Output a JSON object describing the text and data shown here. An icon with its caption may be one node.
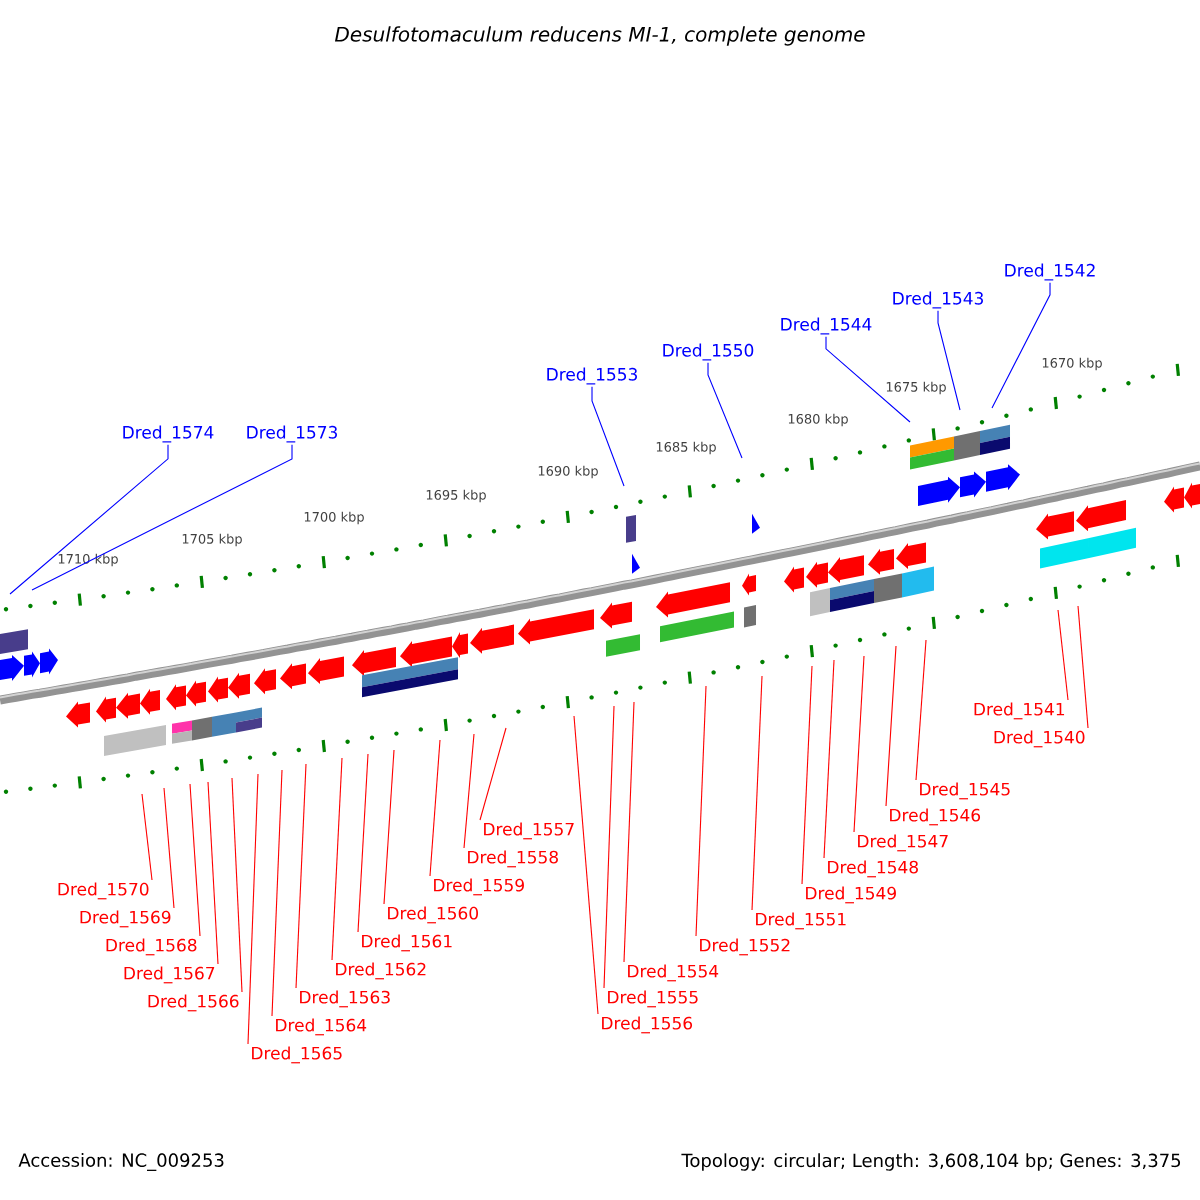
{
  "diagram": {
    "title": "Desulfotomaculum reducens MI-1, complete genome",
    "nodes": [
      {
        "text": [
          "Dred_1574"
        ]
      },
      {
        "text": [
          "Dred_1573"
        ]
      },
      {
        "text": [
          "Dred_1553"
        ]
      },
      {
        "text": [
          "Dred_1550"
        ]
      },
      {
        "text": [
          "Dred_1544"
        ]
      },
      {
        "text": [
          "Dred_1543"
        ]
      },
      {
        "text": [
          "Dred_1542"
        ]
      },
      {
        "text": [
          "Dred_1570"
        ]
      },
      {
        "text": [
          "Dred_1569"
        ]
      },
      {
        "text": [
          "Dred_1564"
        ]
      },
      {
        "text": [
          "Dred_1565"
        ]
      },
      {
        "text": [
          "Dred_1566"
        ]
      },
      {
        "text": [
          "Dred_1568"
        ]
      },
      {
        "text": [
          "Dred_1567"
        ]
      },
      {
        "text": [
          "Dred_1563"
        ]
      },
      {
        "text": [
          "Dred_1562"
        ]
      },
      {
        "text": [
          "Dred_1561"
        ]
      },
      {
        "text": [
          "Dred_1560"
        ]
      },
      {
        "text": [
          "Dred_1559"
        ]
      },
      {
        "text": [
          "Dred_1558"
        ]
      },
      {
        "text": [
          "Dred_1557"
        ]
      },
      {
        "text": [
          "Dred_1556"
        ]
      },
      {
        "text": [
          "Dred_1555"
        ]
      },
      {
        "text": [
          "Dred_1554"
        ]
      },
      {
        "text": [
          "Dred_1552"
        ]
      },
      {
        "text": [
          "Dred_1551"
        ]
      },
      {
        "text": [
          "Dred_1549"
        ]
      },
      {
        "text": [
          "Dred_1548"
        ]
      },
      {
        "text": [
          "Dred_1547"
        ]
      },
      {
        "text": [
          "Dred_1546"
        ]
      },
      {
        "text": [
          "Dred_1545"
        ]
      },
      {
        "text": [
          "Dred_1541"
        ]
      },
      {
        "text": [
          "Dred_1540"
        ]
      }
    ],
    "edges": [
      {
        "from": 0,
        "to": null,
        "arrow": "none",
        "color": "#0000ff"
      },
      {
        "from": 1,
        "to": null,
        "arrow": "none",
        "color": "#0000ff"
      },
      {
        "from": 2,
        "to": null,
        "arrow": "none",
        "color": "#0000ff"
      },
      {
        "from": 3,
        "to": null,
        "arrow": "none",
        "color": "#0000ff"
      },
      {
        "from": 4,
        "to": null,
        "arrow": "none",
        "color": "#0000ff"
      },
      {
        "from": 5,
        "to": null,
        "arrow": "none",
        "color": "#0000ff"
      },
      {
        "from": 6,
        "to": null,
        "arrow": "none",
        "color": "#0000ff"
      },
      {
        "from": 7,
        "to": null,
        "arrow": "none"
      },
      {
        "from": 8,
        "to": null,
        "arrow": "none"
      },
      {
        "from": 9,
        "to": null,
        "arrow": "none"
      },
      {
        "from": 10,
        "to": null,
        "arrow": "none"
      },
      {
        "from": 11,
        "to": null,
        "arrow": "none"
      },
      {
        "from": 12,
        "to": null,
        "arrow": "none"
      },
      {
        "from": 13,
        "to": null,
        "arrow": "none"
      },
      {
        "from": 14,
        "to": null,
        "arrow": "none"
      },
      {
        "from": 15,
        "to": null,
        "arrow": "none"
      },
      {
        "from": 16,
        "to": null,
        "arrow": "none"
      },
      {
        "from": 17,
        "to": null,
        "arrow": "none"
      },
      {
        "from": 18,
        "to": null,
        "arrow": "none"
      },
      {
        "from": 19,
        "to": null,
        "arrow": "none"
      },
      {
        "from": 20,
        "to": null,
        "arrow": "none"
      },
      {
        "from": 21,
        "to": null,
        "arrow": "none"
      },
      {
        "from": 22,
        "to": null,
        "arrow": "none"
      },
      {
        "from": 23,
        "to": null,
        "arrow": "none"
      },
      {
        "from": 24,
        "to": null,
        "arrow": "none"
      },
      {
        "from": 25,
        "to": null,
        "arrow": "none"
      },
      {
        "from": 26,
        "to": null,
        "arrow": "none"
      },
      {
        "from": 27,
        "to": null,
        "arrow": "none"
      },
      {
        "from": 28,
        "to": null,
        "arrow": "none"
      },
      {
        "from": 29,
        "to": null,
        "arrow": "none"
      },
      {
        "from": 30,
        "to": null,
        "arrow": "none"
      },
      {
        "from": 31,
        "to": null,
        "arrow": "none"
      },
      {
        "from": 32,
        "to": null,
        "arrow": "none"
      }
    ],
    "labels": [
      "1710 kbp",
      "1705 kbp",
      "1700 kbp",
      "1695 kbp",
      "1690 kbp",
      "1685 kbp",
      "1680 kbp",
      "1675 kbp",
      "1670 kbp",
      "Accession: NC_009253",
      "Topology: circular; Length: 3,608,104 bp; Genes: 3,375"
    ]
  }
}
